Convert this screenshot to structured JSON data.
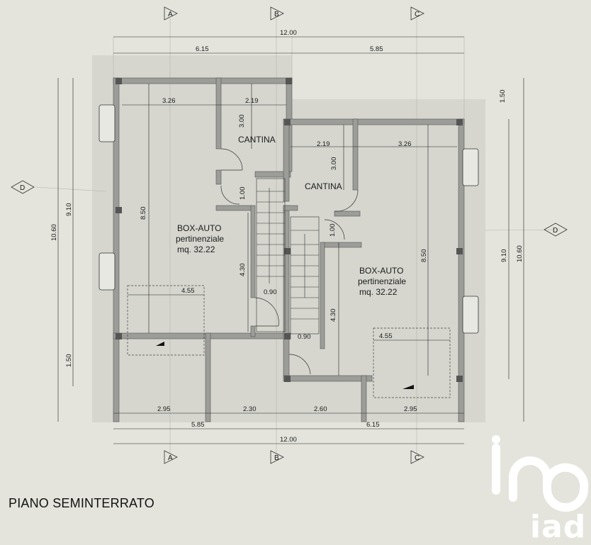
{
  "title": "PIANO SEMINTERRATO",
  "axis_labels": {
    "a": "A",
    "b": "B",
    "c": "C",
    "d": "D"
  },
  "dims": {
    "top_total": "12.00",
    "top_left": "6.15",
    "top_right": "5.85",
    "bottom_total": "12.00",
    "bottom_left": "5.85",
    "bottom_right": "6.15",
    "bottom_seg1": "2.95",
    "bottom_seg2": "2.30",
    "bottom_seg3": "2.60",
    "bottom_seg4": "2.95",
    "left_outer": "10.60",
    "left_mid": "9.10",
    "left_bottom": "1.50",
    "right_outer": "10.60",
    "right_mid": "9.10",
    "right_top": "1.50",
    "cant1_w": "3.26",
    "cant1_w2": "2.19",
    "cant1_h": "3.00",
    "cant2_w": "2.19",
    "cant2_w2": "3.26",
    "cant2_h": "3.00",
    "box1_h": "8.50",
    "box1_w": "4.55",
    "box1_stair_h": "4.30",
    "box1_door": "0.90",
    "stair1": "1.00",
    "box2_h": "8.50",
    "box2_w": "4.55",
    "box2_stair_h": "4.30",
    "box2_door": "0.90",
    "stair2": "1.00"
  },
  "rooms": {
    "cantina_left": "CANTINA",
    "cantina_right": "CANTINA",
    "box_left": {
      "name": "BOX-AUTO",
      "sub": "pertinenziale",
      "area": "mq. 32.22"
    },
    "box_right": {
      "name": "BOX-AUTO",
      "sub": "pertinenziale",
      "area": "mq. 32.22"
    }
  },
  "logo_text": "iad",
  "colors": {
    "background": "#e4e4dc",
    "wall": "#9a9a96",
    "line": "#333333",
    "shade": "#d4d4cd"
  }
}
